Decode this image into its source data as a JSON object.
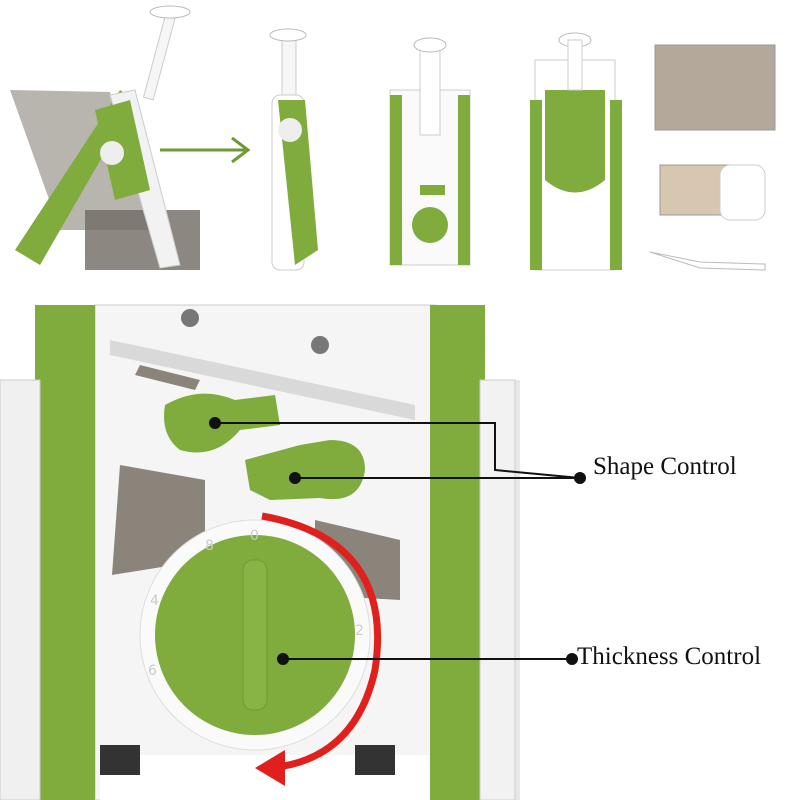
{
  "annotations": {
    "shape_control": "Shape Control",
    "thickness_control": "Thickness Control"
  },
  "dial": {
    "numbers": [
      "0",
      "2",
      "4",
      "6",
      "8"
    ]
  },
  "colors": {
    "green": "#7fac3c",
    "dark_green": "#5e8a26",
    "arrow_red": "#e0201c",
    "white_plastic": "#f4f4f4",
    "smoke_container": "#8a8378"
  }
}
